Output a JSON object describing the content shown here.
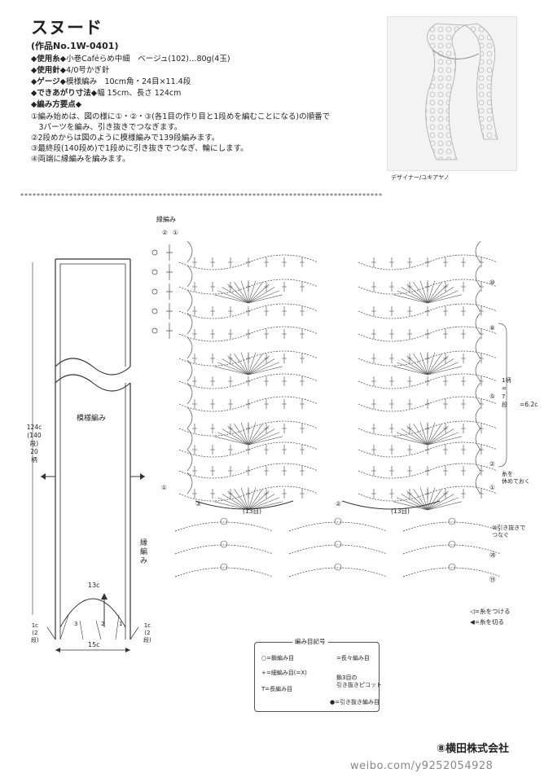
{
  "title": "スヌード",
  "work_no": "(作品No.1W-0401)",
  "info": [
    {
      "label": "◆使用糸◆",
      "text": "小巻Caféらめ中細　ベージュ(102)…80g(4玉)"
    },
    {
      "label": "◆使用針◆",
      "text": "4/0号かぎ針"
    },
    {
      "label": "◆ゲージ◆",
      "text": "模様編み　10cm角・24目×11.4段"
    },
    {
      "label": "◆できあがり寸法◆",
      "text": "幅 15cm、長さ 124cm"
    },
    {
      "label": "◆編み方要点◆",
      "text": ""
    }
  ],
  "steps": [
    "①編み始めは、図の様に①・②・③(各1目の作り目と1段めを編むことになる)の順番で",
    "　3パーツを編み、引き抜きでつなぎます。",
    "②2段めからは図のように模様編みで139段編みます。",
    "③最終段(140段め)で1段めに引き抜きでつなぎ、輪にします。",
    "④両端に縁編みを編みます。"
  ],
  "designer": "デザイナー/ユキアヤノ",
  "divider": "*****************************************************************************************",
  "schematic": {
    "body_label": "模様編み",
    "edge_label": [
      "縁",
      "編",
      "み"
    ],
    "length": [
      "124c",
      "(140",
      "段)",
      "20",
      "柄"
    ],
    "width_top": "13c",
    "width_bottom": "15c",
    "parts": [
      "3",
      "2",
      "1"
    ],
    "edge_left": [
      "1c",
      "(2",
      "段)"
    ],
    "edge_right": [
      "1c",
      "(2",
      "段)"
    ]
  },
  "chart": {
    "edge_title": "縁編み",
    "edge_rows": [
      "②",
      "①"
    ],
    "right_rows": [
      "⑩",
      "⑧",
      "⑤",
      "②",
      "①"
    ],
    "left_rows": [
      "①",
      "②",
      "③"
    ],
    "bottom_rows": [
      "⑩",
      "⑳",
      "⑲"
    ],
    "repeat": [
      "1柄",
      "=",
      "7",
      "段",
      "=6.2c"
    ],
    "cut_note": [
      "糸を",
      "休めておく"
    ],
    "stitch_count": "(13目)",
    "join_note": [
      "⑩引き抜きで",
      "つなぐ"
    ]
  },
  "marks": {
    "attach": "◁=糸をつける",
    "cut": "◀=糸を切る"
  },
  "legend": {
    "title": "編み目記号",
    "items": [
      "○=鎖編み目",
      "+=細編み目(=X)",
      "T=長編み目",
      "=長々編み目",
      "鎖3目の",
      "引き抜きピコット",
      "●=引き抜き編み目"
    ]
  },
  "publisher": "⑧横田株式会社",
  "watermark": "weibo.com/y9252054928"
}
